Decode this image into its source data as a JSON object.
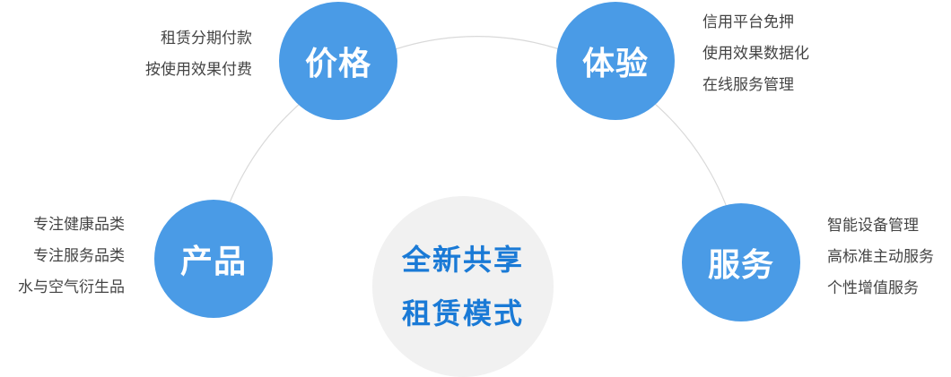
{
  "colors": {
    "node_fill": "#4a9be6",
    "center_fill": "#f1f1f1",
    "center_text": "#1a7ad6",
    "arc": "#d9d9d9"
  },
  "center": {
    "line1": "全新共享",
    "line2": "租赁模式"
  },
  "nodes": {
    "price": {
      "label": "价格",
      "items": [
        "租赁分期付款",
        "按使用效果付费"
      ]
    },
    "experience": {
      "label": "体验",
      "items": [
        "信用平台免押",
        "使用效果数据化",
        "在线服务管理"
      ]
    },
    "product": {
      "label": "产品",
      "items": [
        "专注健康品类",
        "专注服务品类",
        "水与空气衍生品"
      ]
    },
    "service": {
      "label": "服务",
      "items": [
        "智能设备管理",
        "高标准主动服务",
        "个性增值服务"
      ]
    }
  }
}
